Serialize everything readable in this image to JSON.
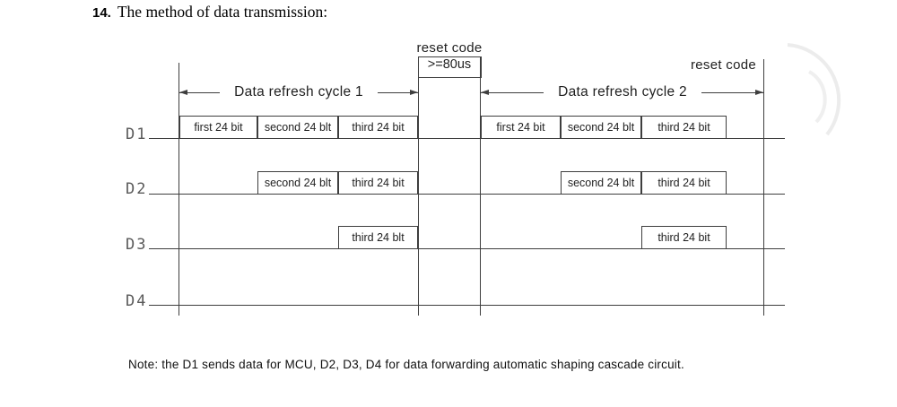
{
  "title": {
    "number": "14.",
    "text": "The method of data transmission:"
  },
  "diagram": {
    "reset_code_top": {
      "label": "reset code",
      "duration": ">=80us"
    },
    "reset_code_right": {
      "label": "reset code"
    },
    "cycles": [
      {
        "label": "Data refresh cycle 1"
      },
      {
        "label": "Data refresh cycle 2"
      }
    ],
    "rows": [
      {
        "label": "D1",
        "boxes": [
          "first 24 bit",
          "second 24 blt",
          "third 24 bit",
          "first 24 bit",
          "second 24 blt",
          "third 24 bit"
        ]
      },
      {
        "label": "D2",
        "boxes": [
          "second 24 blt",
          "third 24 bit",
          "second 24 blt",
          "third 24 bit"
        ]
      },
      {
        "label": "D3",
        "boxes": [
          "third 24 blt",
          "third 24 bit"
        ]
      },
      {
        "label": "D4",
        "boxes": []
      }
    ]
  },
  "note": "Note: the D1 sends data for MCU, D2, D3, D4 for data forwarding automatic shaping cascade circuit.",
  "colors": {
    "line": "#3e3e3e",
    "label": "#5a5a5a",
    "watermark": "#ececec"
  }
}
